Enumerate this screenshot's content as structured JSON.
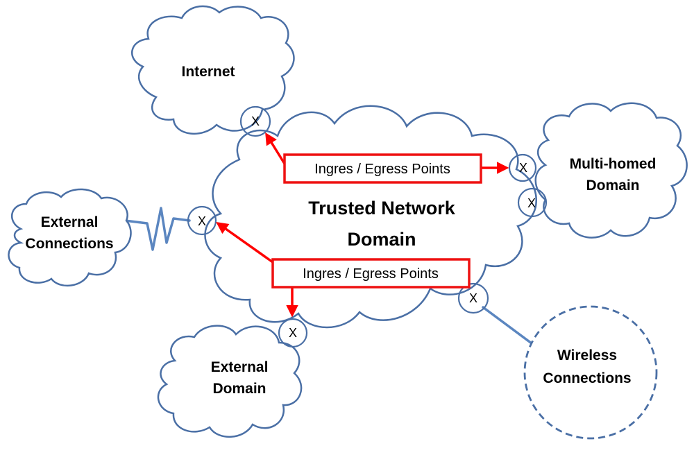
{
  "center_cloud": {
    "line1": "Trusted Network",
    "line2": "Domain"
  },
  "internet_cloud": {
    "label": "Internet"
  },
  "multihomed_cloud": {
    "line1": "Multi-homed",
    "line2": "Domain"
  },
  "external_connections_cloud": {
    "line1": "External",
    "line2": "Connections"
  },
  "external_domain_cloud": {
    "line1": "External",
    "line2": "Domain"
  },
  "wireless_node": {
    "line1": "Wireless",
    "line2": "Connections"
  },
  "callouts": [
    {
      "label": "Ingres / Egress Points"
    },
    {
      "label": "Ingres / Egress Points"
    }
  ],
  "points": [
    {
      "mark": "X"
    },
    {
      "mark": "X"
    },
    {
      "mark": "X"
    },
    {
      "mark": "X"
    },
    {
      "mark": "X"
    },
    {
      "mark": "X"
    }
  ],
  "colors": {
    "cloud_outline": "#4a6fa5",
    "arrows": "#ff0000",
    "links": "#5b86c0"
  }
}
